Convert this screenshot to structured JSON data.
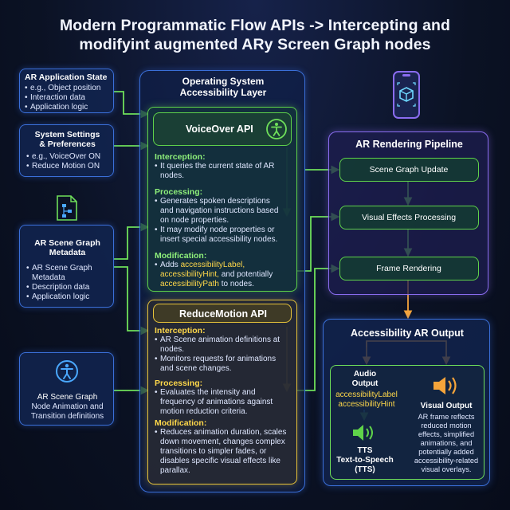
{
  "title": {
    "line1": "Modern Programmatic Flow APIs -> Intercepting and",
    "line2": "modifyint augmented ARy Screen Graph nodes"
  },
  "left": {
    "app_state": {
      "title": "AR Application State",
      "items": [
        "e.g., Object position",
        "Interaction data",
        "Application logic"
      ]
    },
    "system_settings": {
      "title_l1": "System Settings",
      "title_l2": "& Preferences",
      "items": [
        "e.g., VoiceOver ON",
        "Reduce Motion ON"
      ]
    },
    "metadata": {
      "title_l1": "AR Scene Graph",
      "title_l2": "Metadata",
      "items": [
        "AR Scene Graph Metadata",
        "Description data",
        "Application logic"
      ]
    },
    "animation": {
      "l1": "AR Scene Graph",
      "l2": "Node Animation and",
      "l3": "Transition definitions"
    }
  },
  "center": {
    "os_layer": {
      "l1": "Operating System",
      "l2": "Accessibility Layer"
    },
    "voiceover": {
      "title": "VoiceOver API",
      "interception_h": "Interception:",
      "interception": [
        "It queries the current state of AR nodes."
      ],
      "processing_h": "Processing:",
      "processing": [
        "Generates spoken descriptions and navigation instructions based on node properties.",
        "It may modify node properties or insert special accessibility nodes."
      ],
      "modification_h": "Modification:",
      "mod_prefix": "Adds ",
      "mod_hint1": "accessibilityLabel,",
      "mod_hint2": "accessibilityHint,",
      "mod_mid": " and potentially",
      "mod_hint3": "accessibilityPath",
      "mod_suffix": " to nodes."
    },
    "reducemotion": {
      "title": "ReduceMotion API",
      "interception_h": "Interception:",
      "interception": [
        "AR Scene animation definitions at nodes.",
        "Monitors requests for animations and scene changes."
      ],
      "processing_h": "Processing:",
      "processing": [
        "Evaluates the intensity and frequency of animations against motion reduction criteria."
      ],
      "modification_h": "Modification:",
      "modification": [
        "Reduces animation duration, scales down movement, changes complex transitions to simpler fades, or disables specific visual effects like parallax."
      ]
    }
  },
  "right": {
    "pipeline": {
      "title": "AR Rendering Pipeline",
      "steps": [
        "Scene Graph Update",
        "Visual Effects Processing",
        "Frame Rendering"
      ]
    },
    "output": {
      "title": "Accessibility AR Output",
      "audio_l1": "Audio",
      "audio_l2": "Output",
      "audio_hint1": "accessibilityLabel",
      "audio_hint2": "accessibilityHint",
      "tts_l1": "TTS",
      "tts_l2": "Text-to-Speech",
      "tts_l3": "(TTS)",
      "visual_title": "Visual Output",
      "visual_desc": "AR frame reflects reduced motion effects, simplified animations, and potentially added accessibility-related visual overlays."
    }
  },
  "colors": {
    "blue": "#3a6fd8",
    "green": "#6fe05a",
    "yellow": "#e8c43a",
    "orange": "#f5a43a",
    "purple": "#8a6cf0"
  }
}
